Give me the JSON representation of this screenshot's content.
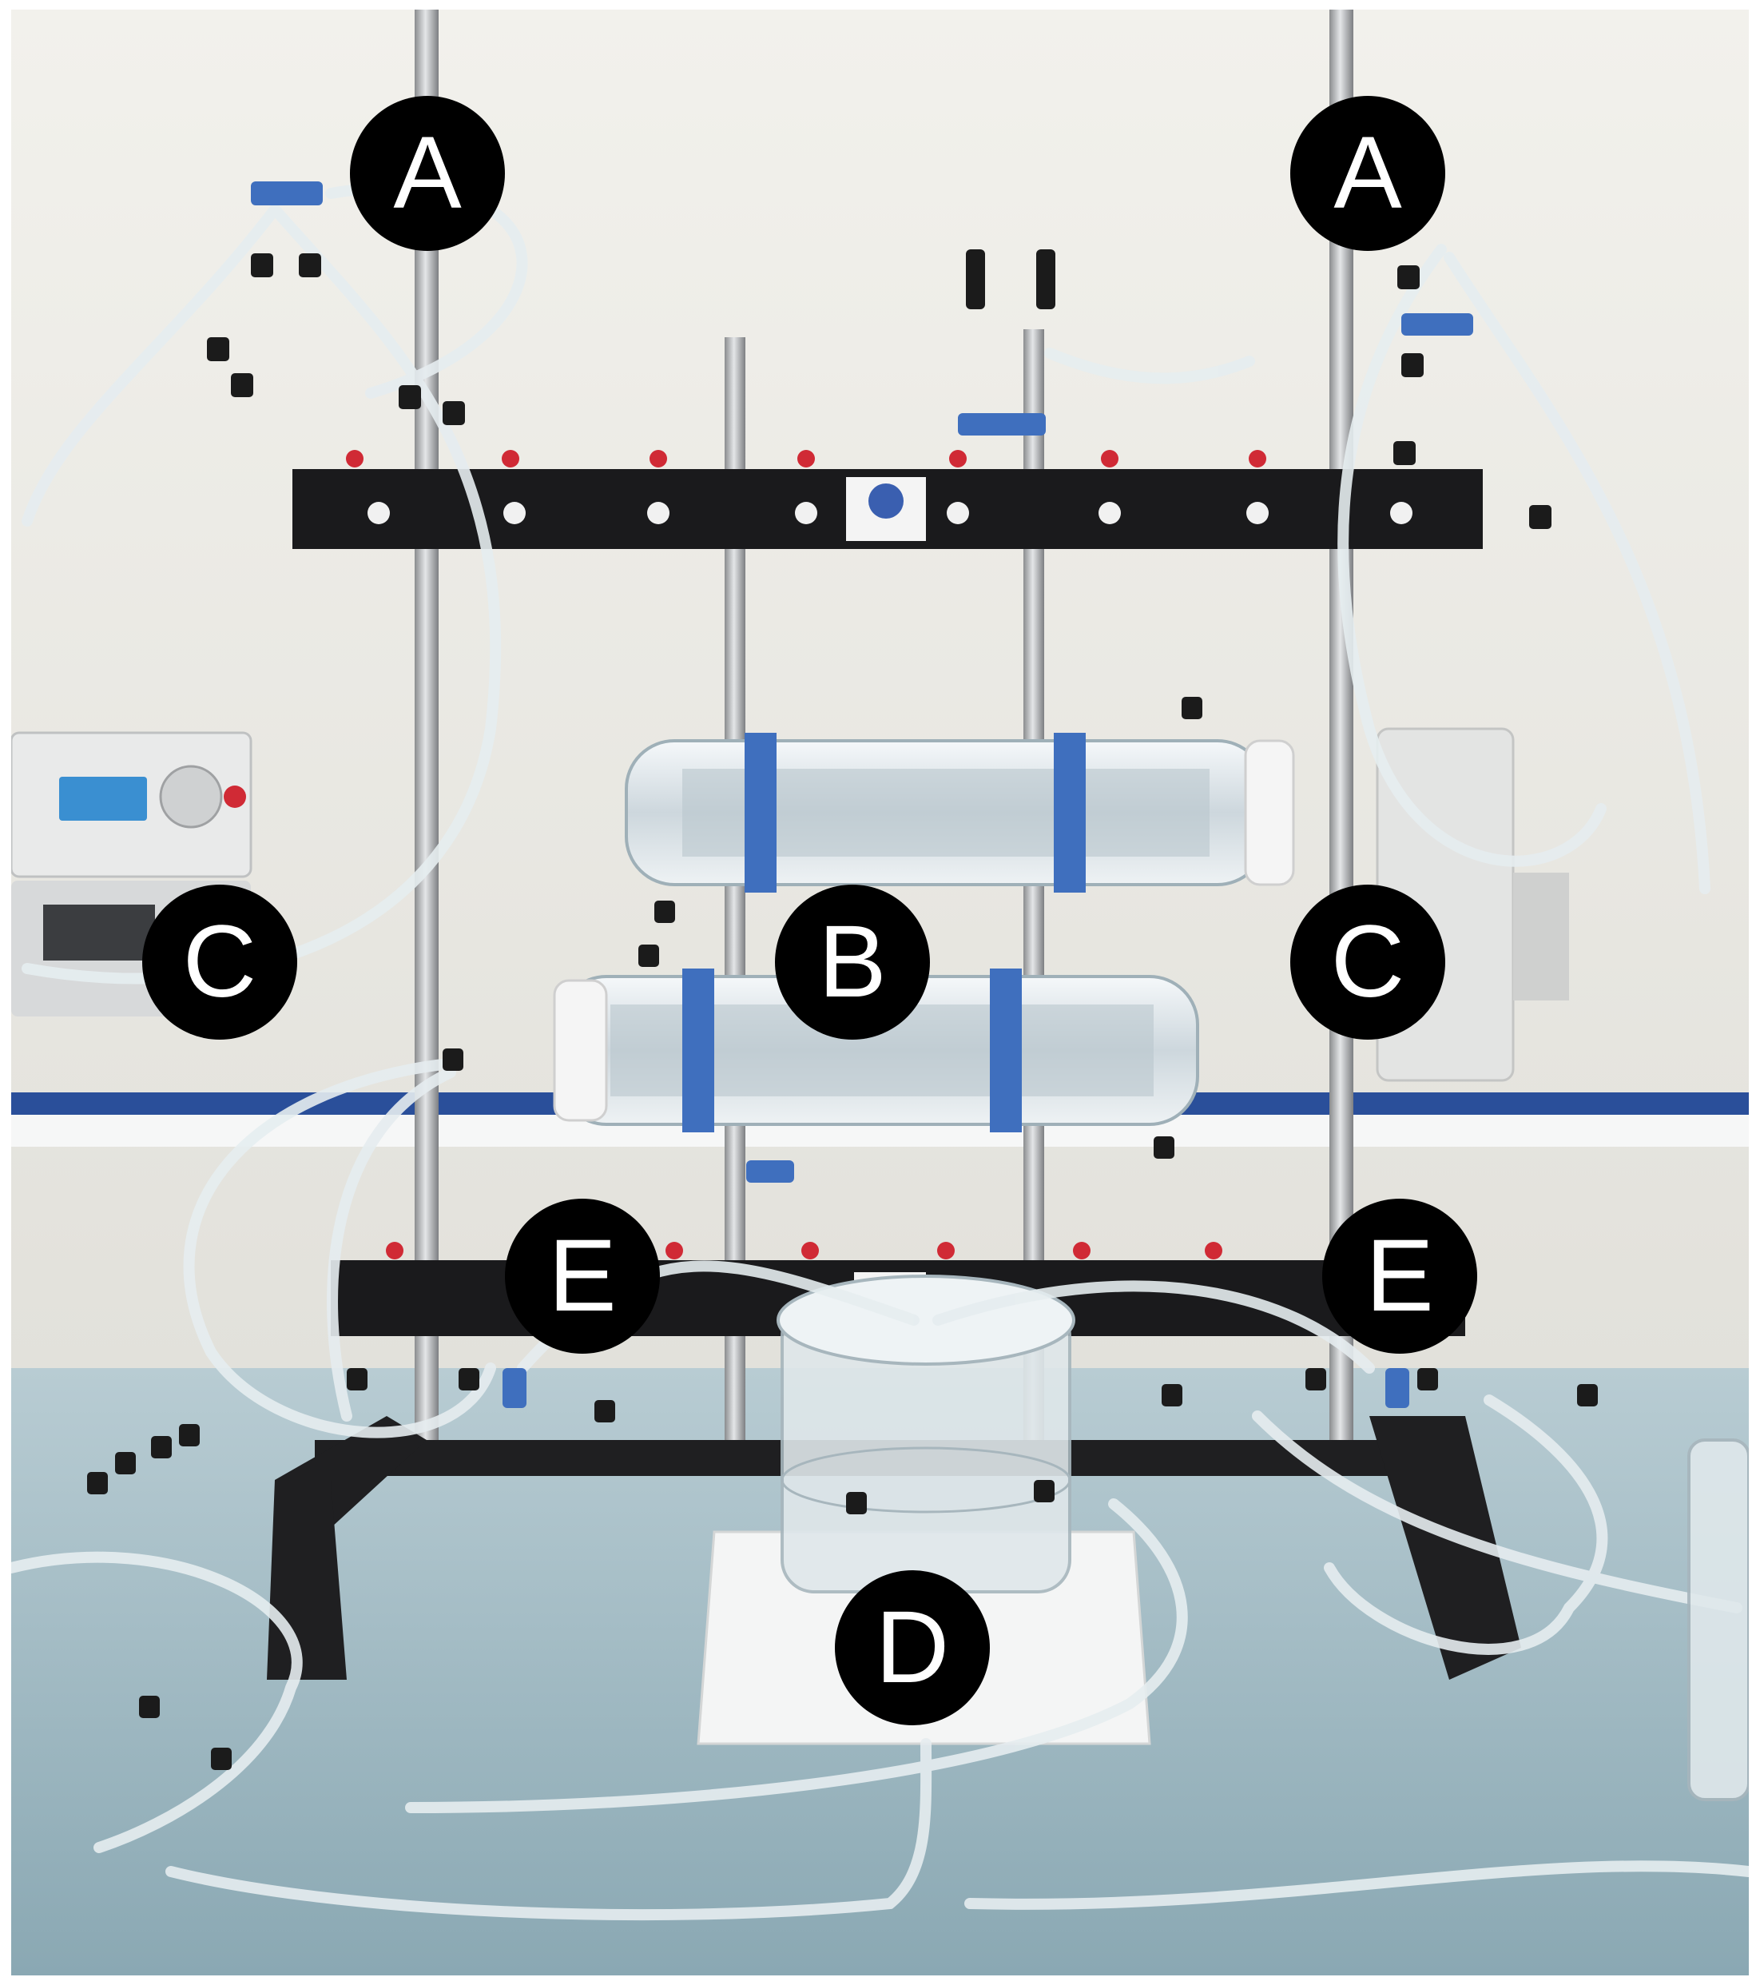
{
  "markers": [
    {
      "id": "a-left",
      "label": "A"
    },
    {
      "id": "a-right",
      "label": "A"
    },
    {
      "id": "b",
      "label": "B"
    },
    {
      "id": "c-left",
      "label": "C"
    },
    {
      "id": "c-right",
      "label": "C"
    },
    {
      "id": "d",
      "label": "D"
    },
    {
      "id": "e-left",
      "label": "E"
    },
    {
      "id": "e-right",
      "label": "E"
    }
  ],
  "colors": {
    "wall": "#ecebe6",
    "bench": "#a9c2ca",
    "frame": "#1a1a1c",
    "rod": "#b7b9bb",
    "clamp_blue": "#3f6fbe",
    "tube": "#e6edf0",
    "knob_red": "#d02a35",
    "marker_fill": "#000000",
    "marker_text": "#ffffff"
  }
}
